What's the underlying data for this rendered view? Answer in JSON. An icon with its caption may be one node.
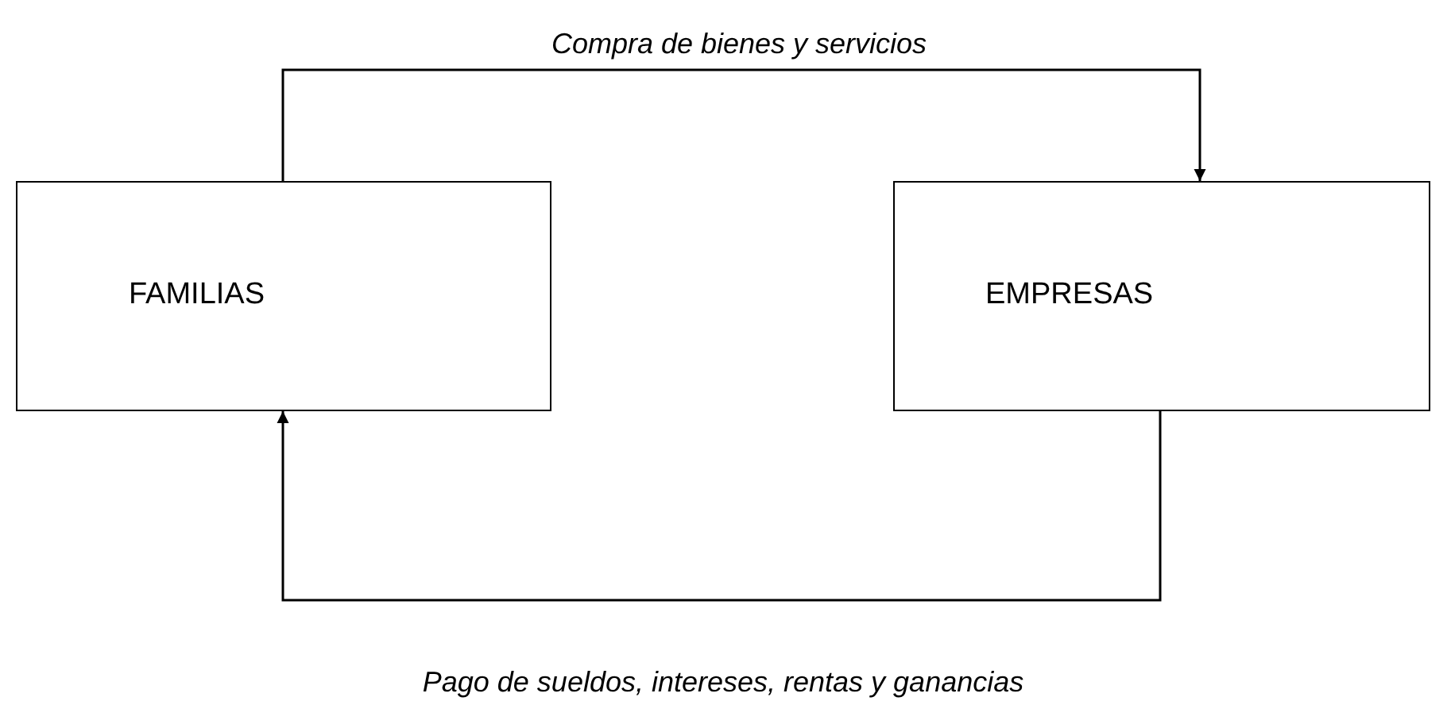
{
  "diagram": {
    "nodes": [
      {
        "text": [
          "FAMILIAS"
        ]
      },
      {
        "text": [
          "EMPRESAS"
        ]
      }
    ],
    "edges": [
      {
        "from": 0,
        "to": 1,
        "arrow": "to",
        "label": "Compra de bienes y servicios"
      },
      {
        "from": 1,
        "to": 0,
        "arrow": "to",
        "label": "Pago de sueldos, intereses, rentas y ganancias"
      }
    ]
  }
}
